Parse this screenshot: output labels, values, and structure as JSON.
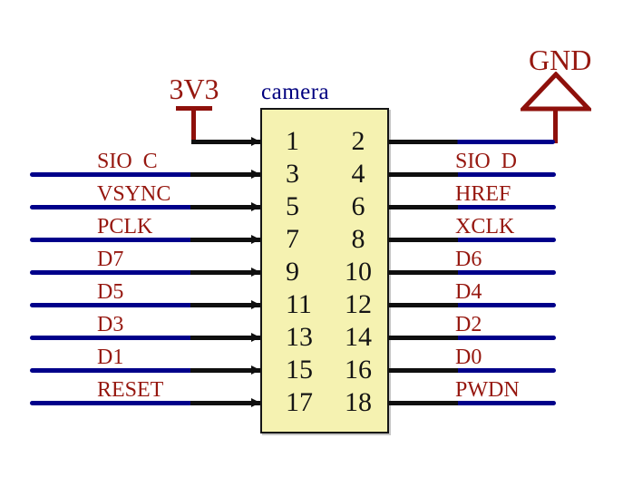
{
  "connector": {
    "title": "camera",
    "rows": [
      {
        "left_pin": "1",
        "right_pin": "2",
        "left_signal": "",
        "right_signal": ""
      },
      {
        "left_pin": "3",
        "right_pin": "4",
        "left_signal": "SIO  C",
        "right_signal": "SIO  D"
      },
      {
        "left_pin": "5",
        "right_pin": "6",
        "left_signal": "VSYNC",
        "right_signal": "HREF"
      },
      {
        "left_pin": "7",
        "right_pin": "8",
        "left_signal": "PCLK",
        "right_signal": "XCLK"
      },
      {
        "left_pin": "9",
        "right_pin": "10",
        "left_signal": "D7",
        "right_signal": "D6"
      },
      {
        "left_pin": "11",
        "right_pin": "12",
        "left_signal": "D5",
        "right_signal": "D4"
      },
      {
        "left_pin": "13",
        "right_pin": "14",
        "left_signal": "D3",
        "right_signal": "D2"
      },
      {
        "left_pin": "15",
        "right_pin": "16",
        "left_signal": "D1",
        "right_signal": "D0"
      },
      {
        "left_pin": "17",
        "right_pin": "18",
        "left_signal": "RESET",
        "right_signal": "PWDN"
      }
    ]
  },
  "power": {
    "vcc": "3V3",
    "gnd": "GND"
  },
  "colors": {
    "wire_blue": "#00008a",
    "wire_black": "#0f0f0f",
    "signal_red": "#96170f",
    "symbol_red": "#8e100b",
    "box_fill": "#f5f2b1",
    "box_border": "#151515",
    "title_navy": "#00007f",
    "pin_number_black": "#141414"
  }
}
